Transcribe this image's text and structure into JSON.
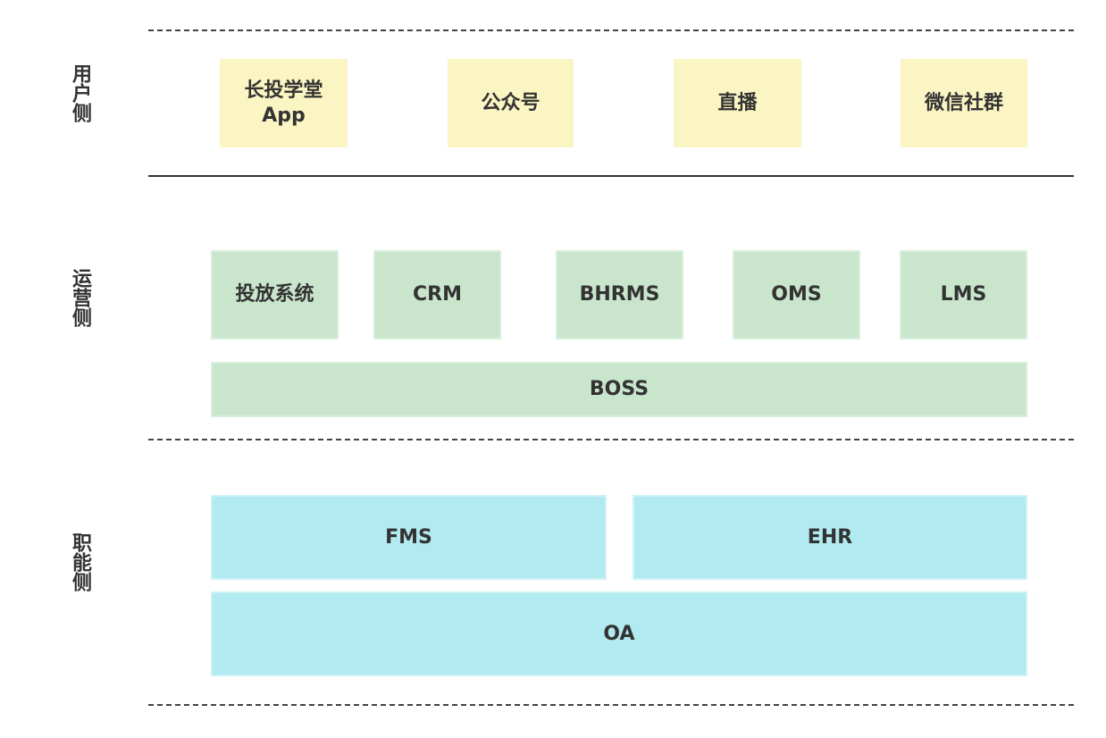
{
  "layers": {
    "user": {
      "label": "用户侧",
      "items": [
        "长投学堂\nApp",
        "公众号",
        "直播",
        "微信社群"
      ]
    },
    "ops": {
      "label": "运营侧",
      "items": [
        "投放系统",
        "CRM",
        "BHRMS",
        "OMS",
        "LMS"
      ],
      "base": "BOSS"
    },
    "func": {
      "label": "职能侧",
      "items": [
        "FMS",
        "EHR"
      ],
      "base": "OA"
    }
  },
  "colors": {
    "user_box": "#fbf4c3",
    "ops_box": "#c9e6cd",
    "func_box": "#b2eaf1"
  }
}
